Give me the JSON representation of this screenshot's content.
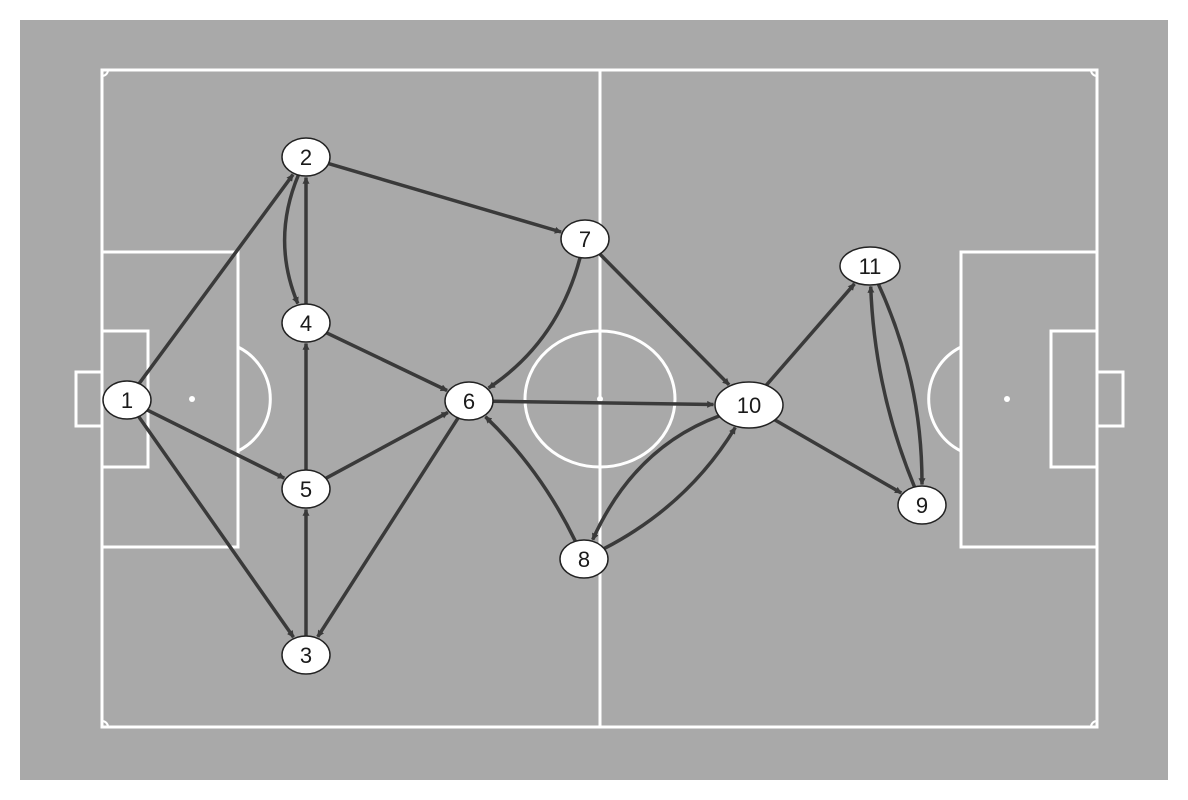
{
  "colors": {
    "background": "#a9a9a9",
    "lines": "#ffffff",
    "arrows": "#3a3a3a",
    "node_fill": "#ffffff",
    "node_stroke": "#222222",
    "frame": "#ffffff"
  },
  "players": [
    {
      "id": "1",
      "label": "1"
    },
    {
      "id": "2",
      "label": "2"
    },
    {
      "id": "3",
      "label": "3"
    },
    {
      "id": "4",
      "label": "4"
    },
    {
      "id": "5",
      "label": "5"
    },
    {
      "id": "6",
      "label": "6"
    },
    {
      "id": "7",
      "label": "7"
    },
    {
      "id": "8",
      "label": "8"
    },
    {
      "id": "9",
      "label": "9"
    },
    {
      "id": "10",
      "label": "10"
    },
    {
      "id": "11",
      "label": "11"
    }
  ],
  "passes": [
    {
      "from": "1",
      "to": "2"
    },
    {
      "from": "1",
      "to": "5"
    },
    {
      "from": "1",
      "to": "3"
    },
    {
      "from": "2",
      "to": "7"
    },
    {
      "from": "2",
      "to": "4"
    },
    {
      "from": "4",
      "to": "2"
    },
    {
      "from": "5",
      "to": "4"
    },
    {
      "from": "4",
      "to": "6"
    },
    {
      "from": "5",
      "to": "6"
    },
    {
      "from": "3",
      "to": "5"
    },
    {
      "from": "6",
      "to": "3"
    },
    {
      "from": "7",
      "to": "6"
    },
    {
      "from": "7",
      "to": "10"
    },
    {
      "from": "6",
      "to": "10"
    },
    {
      "from": "8",
      "to": "6"
    },
    {
      "from": "8",
      "to": "10"
    },
    {
      "from": "10",
      "to": "8"
    },
    {
      "from": "10",
      "to": "11"
    },
    {
      "from": "10",
      "to": "9"
    },
    {
      "from": "9",
      "to": "11"
    },
    {
      "from": "11",
      "to": "9"
    }
  ]
}
